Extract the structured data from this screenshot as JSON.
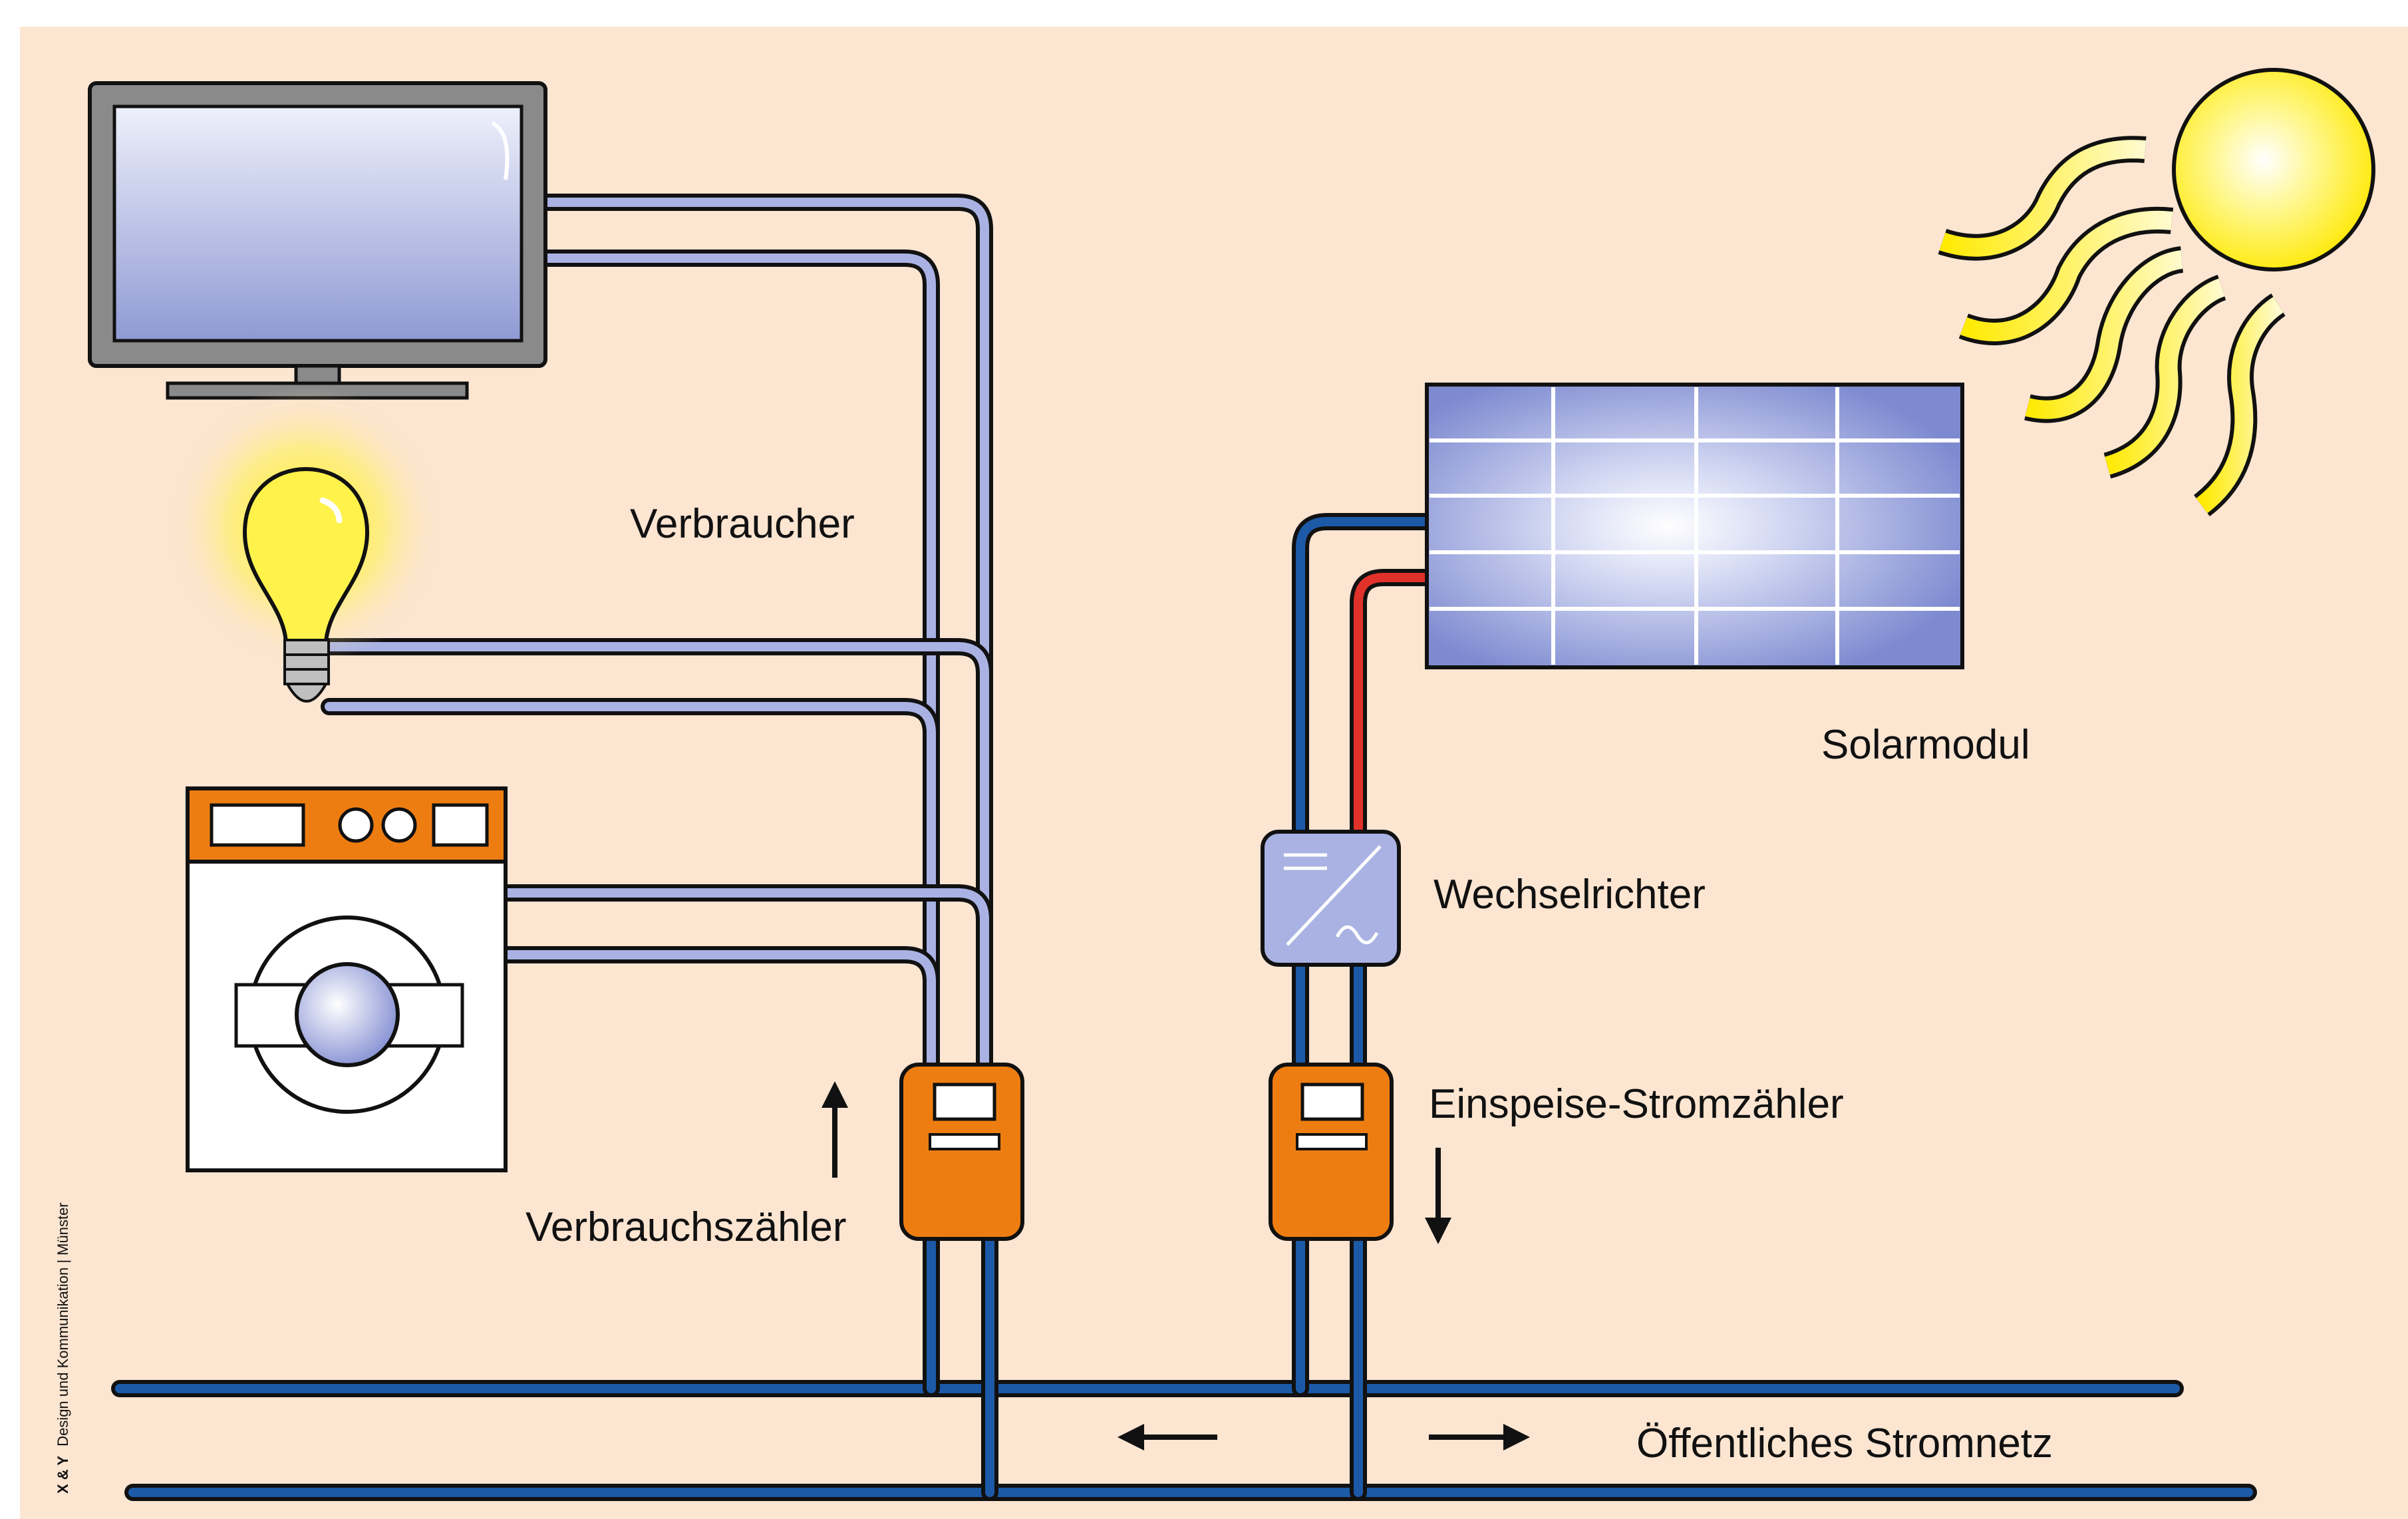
{
  "labels": {
    "consumers": "Verbraucher",
    "solar_module": "Solarmodul",
    "inverter": "Wechselrichter",
    "feed_meter": "Einspeise-Stromzähler",
    "consumption_meter": "Verbrauchszähler",
    "public_grid": "Öffentliches Stromnetz"
  },
  "credit": {
    "brand": "X & Y",
    "text": "Design und Kommunikation | Münster"
  },
  "icons": {
    "tv": "television-icon",
    "bulb": "light-bulb-icon",
    "washer": "washing-machine-icon",
    "solar": "solar-panel-icon",
    "sun": "sun-icon",
    "inverter": "inverter-icon",
    "meter": "electricity-meter-icon"
  },
  "colors": {
    "background": "#fce5d1",
    "cable_light": "#a9b2e2",
    "cable_dark": "#1c5aa8",
    "cable_red": "#e0322a",
    "meter_orange": "#ee7d11",
    "sun_yellow": "#fff34a"
  }
}
